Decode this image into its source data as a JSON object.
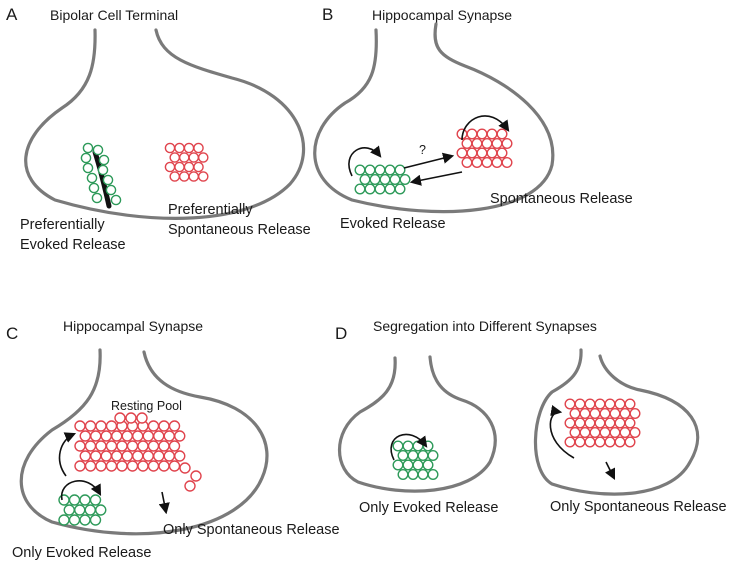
{
  "panels": [
    {
      "id": "A",
      "letter": "A",
      "title": "Bipolar Cell Terminal",
      "labels": [
        "Preferentially",
        "Evoked Release",
        "Preferentially",
        "Spontaneous Release"
      ]
    },
    {
      "id": "B",
      "letter": "B",
      "title": "Hippocampal Synapse",
      "labels": [
        "Evoked Release",
        "Spontaneous Release",
        "?"
      ]
    },
    {
      "id": "C",
      "letter": "C",
      "title": "Hippocampal Synapse",
      "labels": [
        "Resting Pool",
        "Only Spontaneous Release",
        "Only Evoked Release"
      ]
    },
    {
      "id": "D",
      "letter": "D",
      "title": "Segregation into Different Synapses",
      "labels": [
        "Only Evoked Release",
        "Only Spontaneous Release"
      ]
    }
  ],
  "colors": {
    "evoked_vesicle": "#2e9a5a",
    "spontaneous_vesicle": "#e0444d",
    "terminal_outline": "#7a7a7a",
    "arrow": "#111111"
  }
}
